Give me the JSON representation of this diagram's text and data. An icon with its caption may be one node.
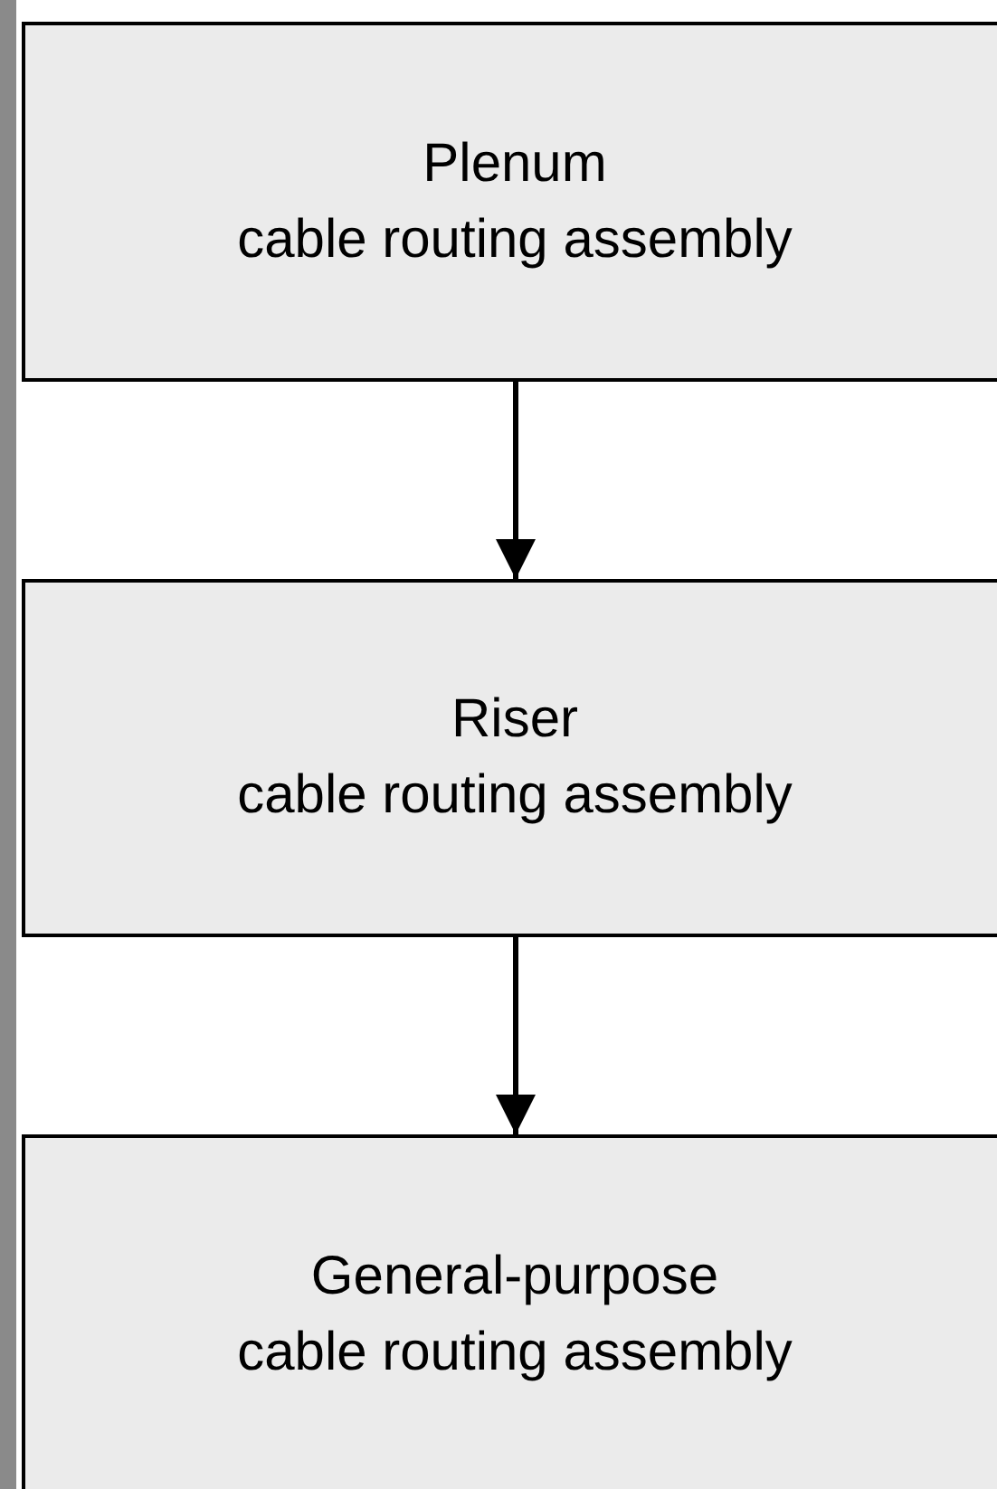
{
  "diagram": {
    "nodes": [
      {
        "text": [
          "Plenum",
          "cable routing assembly"
        ]
      },
      {
        "text": [
          "Riser",
          "cable routing assembly"
        ]
      },
      {
        "text": [
          "General-purpose",
          "cable routing assembly"
        ]
      }
    ],
    "edges": [
      {
        "from": 0,
        "to": 1,
        "arrow": "to"
      },
      {
        "from": 1,
        "to": 2,
        "arrow": "to"
      }
    ]
  }
}
